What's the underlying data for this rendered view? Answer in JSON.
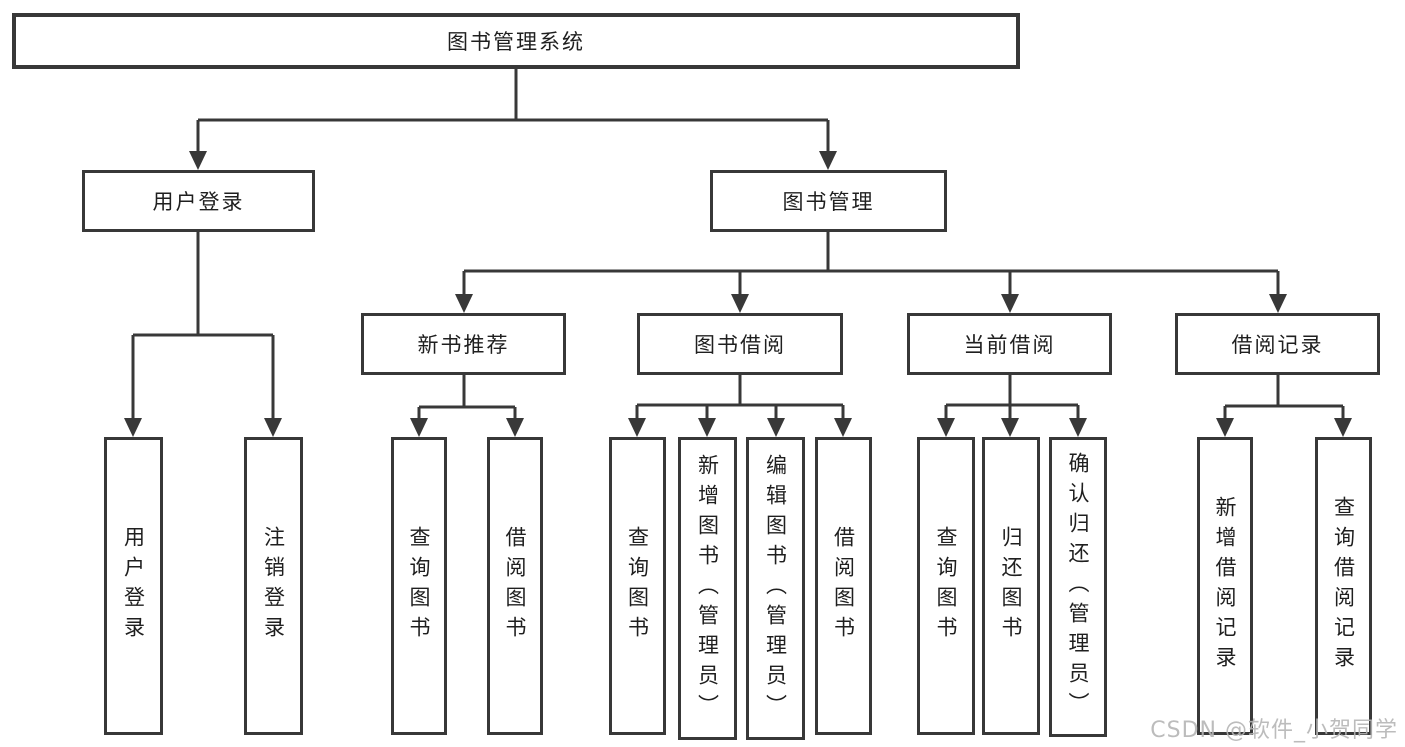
{
  "root": {
    "label": "图书管理系统",
    "children": [
      {
        "label": "用户登录",
        "children": [
          {
            "label": "用户登录"
          },
          {
            "label": "注销登录"
          }
        ]
      },
      {
        "label": "图书管理",
        "children": [
          {
            "label": "新书推荐",
            "children": [
              {
                "label": "查询图书"
              },
              {
                "label": "借阅图书"
              }
            ]
          },
          {
            "label": "图书借阅",
            "children": [
              {
                "label": "查询图书"
              },
              {
                "label": "新增图书（管理员）"
              },
              {
                "label": "编辑图书（管理员）"
              },
              {
                "label": "借阅图书"
              }
            ]
          },
          {
            "label": "当前借阅",
            "children": [
              {
                "label": "查询图书"
              },
              {
                "label": "归还图书"
              },
              {
                "label": "确认归还（管理员）"
              }
            ]
          },
          {
            "label": "借阅记录",
            "children": [
              {
                "label": "新增借阅记录"
              },
              {
                "label": "查询借阅记录"
              }
            ]
          }
        ]
      }
    ]
  },
  "watermark": {
    "text": "CSDN @软件_小贺同学"
  },
  "colors": {
    "line": "#383838",
    "text": "#1f1f1f",
    "watermark": "#b5b5b5",
    "background": "#ffffff"
  }
}
